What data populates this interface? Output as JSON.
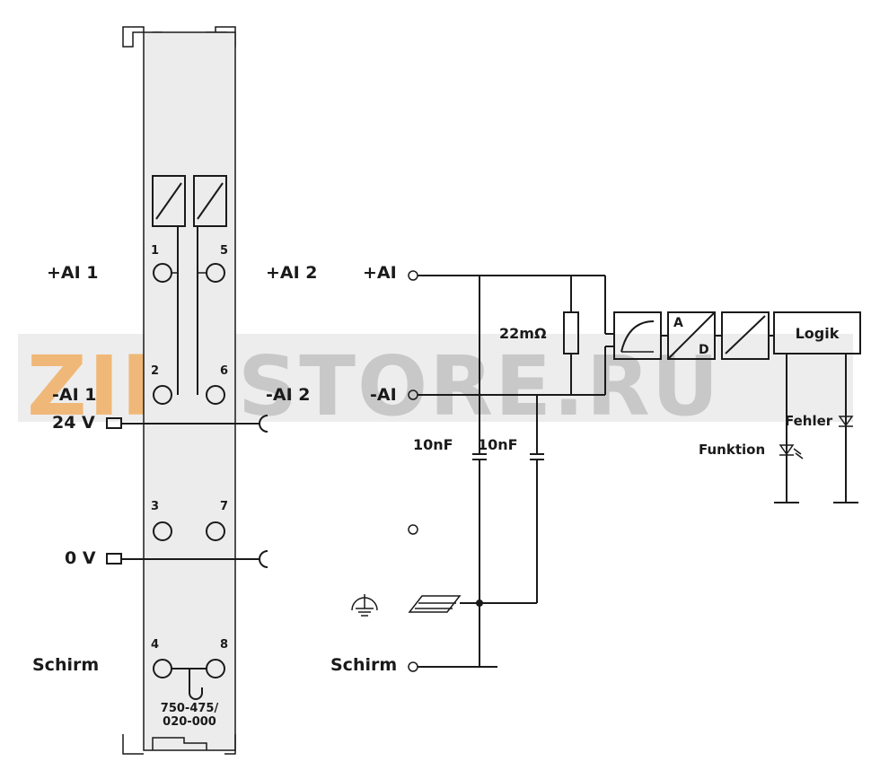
{
  "watermark": {
    "part1": "ZIP",
    "part2": "STORE.RU",
    "color1": "#f0b878",
    "color2": "#c8c8c8"
  },
  "module": {
    "part_number_line1": "750-475/",
    "part_number_line2": "020-000",
    "terminals": {
      "t1": "1",
      "t2": "2",
      "t3": "3",
      "t4": "4",
      "t5": "5",
      "t6": "6",
      "t7": "7",
      "t8": "8"
    }
  },
  "labels_left": {
    "ai1_plus": "+AI 1",
    "ai1_minus": "-AI 1",
    "v24": "24 V",
    "v0": "0 V",
    "shield": "Schirm"
  },
  "labels_right_of_module": {
    "ai2_plus": "+AI 2",
    "ai2_minus": "-AI 2"
  },
  "schematic": {
    "ai_plus": "+AI",
    "ai_minus": "-AI",
    "resistor": "22mΩ",
    "cap1": "10nF",
    "cap2": "10nF",
    "adc_a": "A",
    "adc_d": "D",
    "logic": "Logik",
    "error_led": "Fehler",
    "function_led": "Funktion",
    "shield": "Schirm"
  }
}
